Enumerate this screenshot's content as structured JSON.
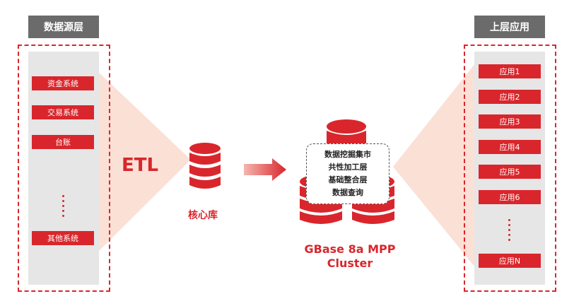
{
  "left": {
    "title": "数据源层",
    "items": [
      "资金系统",
      "交易系统",
      "台账"
    ],
    "last_item": "其他系统"
  },
  "right": {
    "title": "上层应用",
    "items": [
      "应用1",
      "应用2",
      "应用3",
      "应用4",
      "应用5",
      "应用6"
    ],
    "last_item": "应用N"
  },
  "etl_label": "ETL",
  "core_db_label": "核心库",
  "cluster": {
    "layers": [
      "数据挖掘集市",
      "共性加工层",
      "基础整合层",
      "数据查询"
    ],
    "label_line1": "GBase 8a MPP",
    "label_line2": "Cluster"
  },
  "colors": {
    "accent": "#d9262c",
    "header_bg": "#6b6b6b",
    "panel_bg": "#e6e6e6",
    "funnel": "#fbe0d6"
  }
}
